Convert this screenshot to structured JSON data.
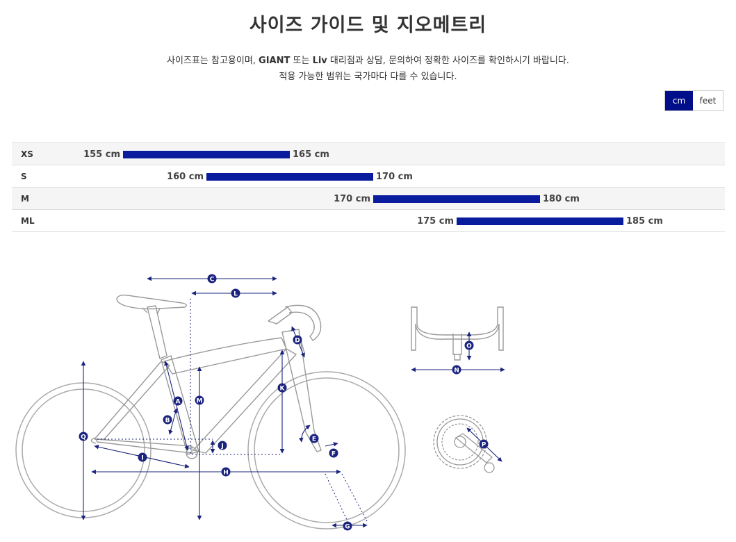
{
  "page": {
    "title": "사이즈 가이드 및 지오메트리",
    "intro_line1_pre": "사이즈표는 참고용이며, ",
    "intro_line1_brand1": "GIANT",
    "intro_line1_mid": " 또는 ",
    "intro_line1_brand2": "Liv",
    "intro_line1_post": " 대리점과 상담, 문의하여 정확한 사이즈를 확인하시기 바랍니다.",
    "intro_line2": "적용 가능한 범위는 국가마다 다를 수 있습니다."
  },
  "units": {
    "options": [
      "cm",
      "feet"
    ],
    "selected": "cm"
  },
  "size_chart": {
    "height_min": 150,
    "height_max": 195,
    "rows": [
      {
        "size": "XS",
        "min": 155,
        "max": 165,
        "min_label": "155 cm",
        "max_label": "165 cm"
      },
      {
        "size": "S",
        "min": 160,
        "max": 170,
        "min_label": "160 cm",
        "max_label": "170 cm"
      },
      {
        "size": "M",
        "min": 170,
        "max": 180,
        "min_label": "170 cm",
        "max_label": "180 cm"
      },
      {
        "size": "ML",
        "min": 175,
        "max": 185,
        "min_label": "175 cm",
        "max_label": "185 cm"
      }
    ]
  },
  "geometry_labels": [
    "A",
    "B",
    "C",
    "D",
    "E",
    "F",
    "G",
    "H",
    "I",
    "J",
    "K",
    "L",
    "M",
    "N",
    "O",
    "P",
    "Q"
  ],
  "colors": {
    "accent": "#000e8a",
    "bar": "#0a1c9e",
    "diagram_line": "#999999",
    "dimension": "#1a237e"
  }
}
